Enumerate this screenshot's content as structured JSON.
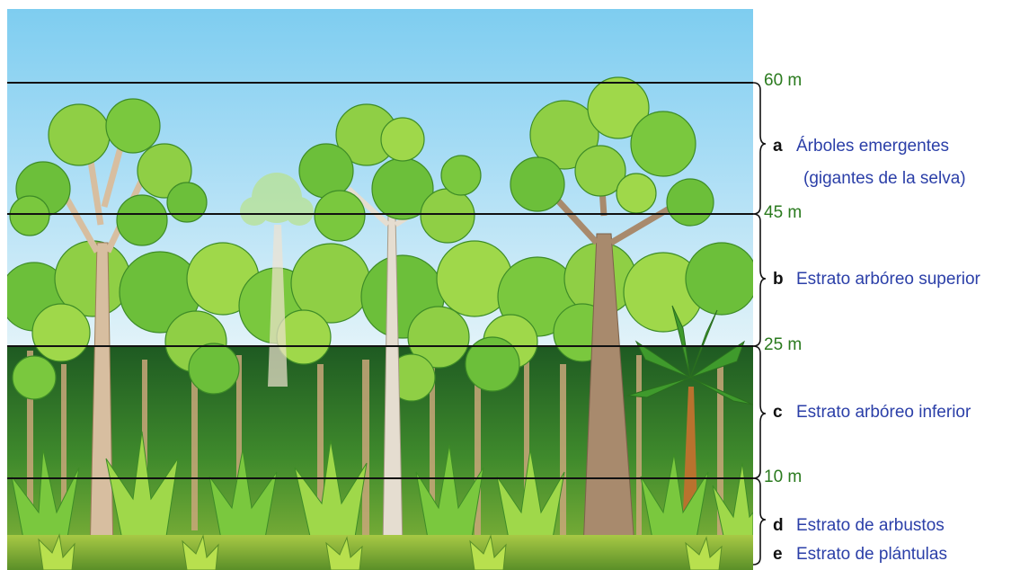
{
  "heights": [
    "60 m",
    "45 m",
    "25 m",
    "10 m"
  ],
  "layers": [
    {
      "letter": "a",
      "name": "Árboles emergentes",
      "subname": "(gigantes de la selva)"
    },
    {
      "letter": "b",
      "name": "Estrato arbóreo superior"
    },
    {
      "letter": "c",
      "name": "Estrato arbóreo inferior"
    },
    {
      "letter": "d",
      "name": "Estrato de arbustos"
    },
    {
      "letter": "e",
      "name": "Estrato de plántulas"
    }
  ],
  "colors": {
    "sky_top": "#7ecdf0",
    "sky_bottom": "#d8eef8",
    "canopy_light": "#9fd84a",
    "canopy_mid": "#6cbf3a",
    "canopy_dark": "#2f8a2c",
    "forest_floor": "#1f5e24",
    "trunk": "#d7bea0",
    "height_text": "#2a7a1e",
    "layer_text": "#2b3fa8"
  }
}
